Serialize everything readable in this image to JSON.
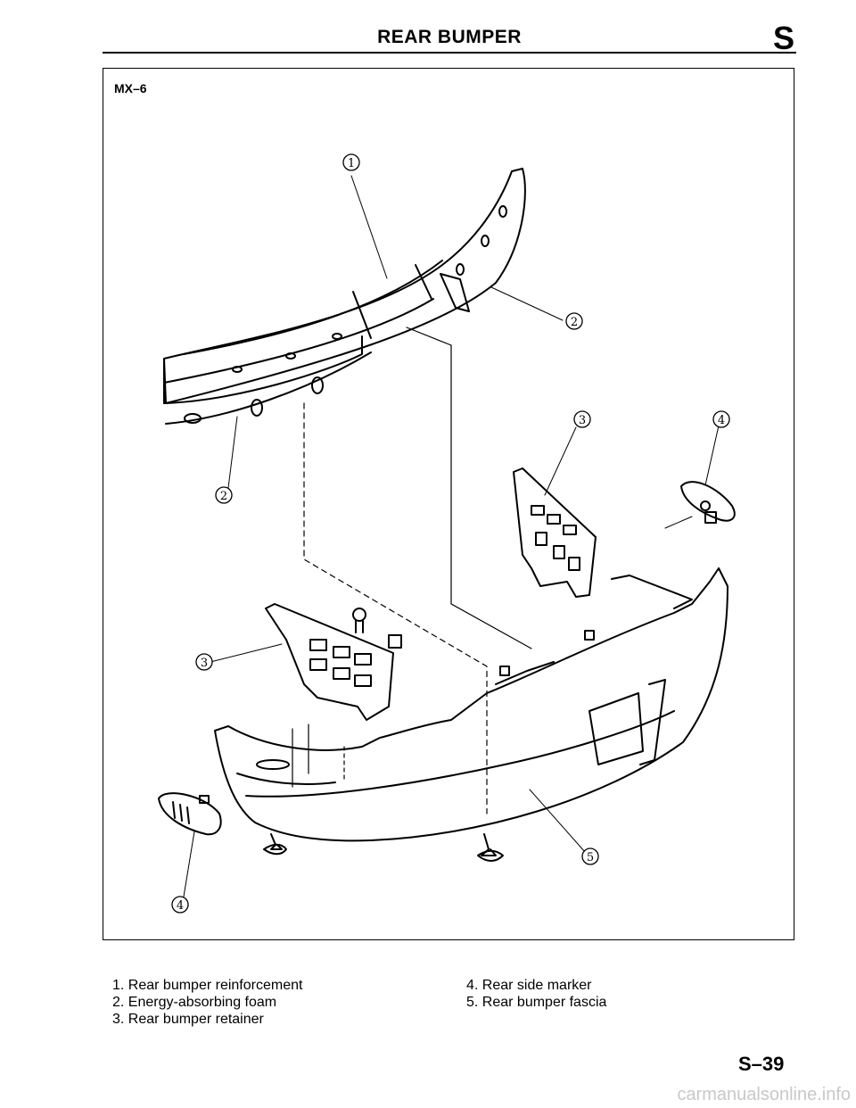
{
  "header": {
    "title": "REAR BUMPER",
    "section_letter": "S"
  },
  "figure": {
    "model": "MX–6",
    "callouts": [
      "1",
      "2",
      "2",
      "3",
      "4",
      "3",
      "4",
      "5"
    ]
  },
  "legend": {
    "left": [
      "1.  Rear bumper reinforcement",
      "2.  Energy-absorbing foam",
      "3.  Rear bumper retainer"
    ],
    "right": [
      "4.  Rear side marker",
      "5.  Rear bumper fascia"
    ]
  },
  "page_number": "S–39",
  "watermark": "carmanualsonline.info"
}
